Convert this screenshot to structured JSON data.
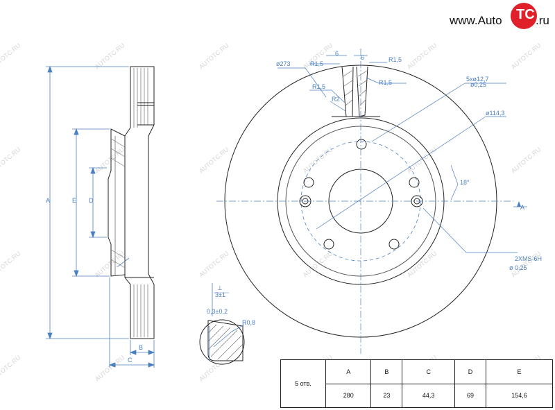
{
  "brand": {
    "prefix": "www.Auto",
    "mark": "TC",
    "suffix": ".ru",
    "watermark_text": "AUTOTC.RU",
    "accent_color": "#e0202a"
  },
  "side_view": {
    "labels": {
      "A": "A",
      "E": "E",
      "D": "D",
      "B": "B",
      "C": "C"
    },
    "runout": "3±1",
    "runout_mark": "⊥"
  },
  "detail": {
    "tol": "0,3±0,2",
    "radius": "R0,8"
  },
  "front_view": {
    "outer_dia": "ø273",
    "r15_a": "R1,5",
    "r15_b": "R1,5",
    "r15_c": "R1,5",
    "r15_d": "R1,5",
    "r2": "R2",
    "dim6_a": "6",
    "dim6_b": "6",
    "holes": "5xø12,7",
    "holes_tol": "ø0,25",
    "pcd": "ø114,3",
    "angle": "18°",
    "datum": "A",
    "thread": "2XMS-6H",
    "thread_tol": "ø 0,25"
  },
  "table": {
    "row_label": "5 отв.",
    "headers": [
      "A",
      "B",
      "C",
      "D",
      "E"
    ],
    "values": [
      "280",
      "23",
      "44,3",
      "69",
      "154,6"
    ]
  }
}
